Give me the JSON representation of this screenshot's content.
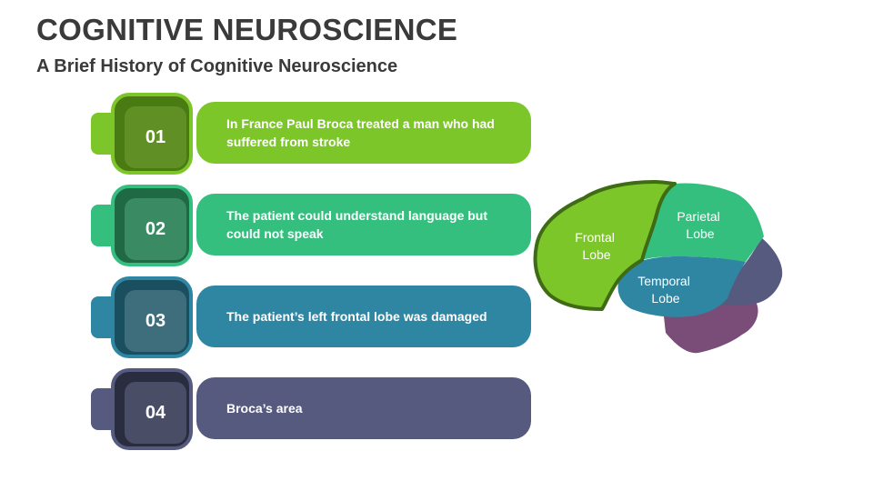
{
  "title": "COGNITIVE NEUROSCIENCE",
  "subtitle": "A Brief History of Cognitive Neuroscience",
  "steps": [
    {
      "number": "01",
      "text": "In France Paul Broca treated a man who had suffered from stroke",
      "color": "#7dc62a",
      "dark": "#4a7a12",
      "inner": "#5f8f25"
    },
    {
      "number": "02",
      "text": "The patient could understand language but could not speak",
      "color": "#34bf7f",
      "dark": "#1f6a45",
      "inner": "#3a8a63"
    },
    {
      "number": "03",
      "text": "The patient’s left frontal lobe was damaged",
      "color": "#2e86a3",
      "dark": "#1a4f60",
      "inner": "#3e6e7c"
    },
    {
      "number": "04",
      "text": "Broca’s area",
      "color": "#565a7e",
      "dark": "#2a2c40",
      "inner": "#4a4d66"
    }
  ],
  "brain": {
    "frontal": [
      "Frontal",
      "Lobe"
    ],
    "parietal": [
      "Parietal",
      "Lobe"
    ],
    "temporal": [
      "Temporal",
      "Lobe"
    ],
    "colors": {
      "frontal": "#7dc62a",
      "frontal_outline": "#3f6b14",
      "parietal": "#34bf7f",
      "temporal": "#2e86a3",
      "occipital": "#565a7e",
      "cerebellum": "#7a4d78"
    }
  }
}
